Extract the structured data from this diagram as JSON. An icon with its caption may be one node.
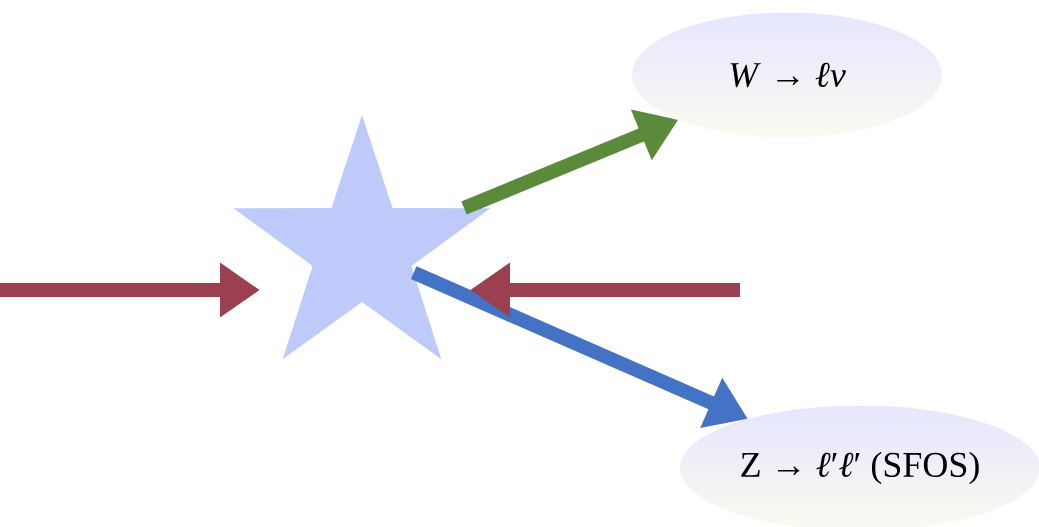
{
  "diagram": {
    "nodes": [
      {
        "text": [],
        "shape": "star"
      },
      {
        "text": [
          "*W* → *ℓν*"
        ]
      },
      {
        "text": [
          "Z → *ℓ*′*ℓ*′ (SFOS)"
        ]
      }
    ],
    "edges": [
      {
        "from": 0,
        "to": 1,
        "arrow": "to",
        "color": "#5b8a3a"
      },
      {
        "from": 0,
        "to": 2,
        "arrow": "to",
        "color": "#4472c4"
      },
      {
        "from": null,
        "to": 0,
        "arrow": "to",
        "color": "#9b4050"
      },
      {
        "from": null,
        "to": 0,
        "arrow": "to",
        "color": "#9b4050"
      }
    ]
  }
}
